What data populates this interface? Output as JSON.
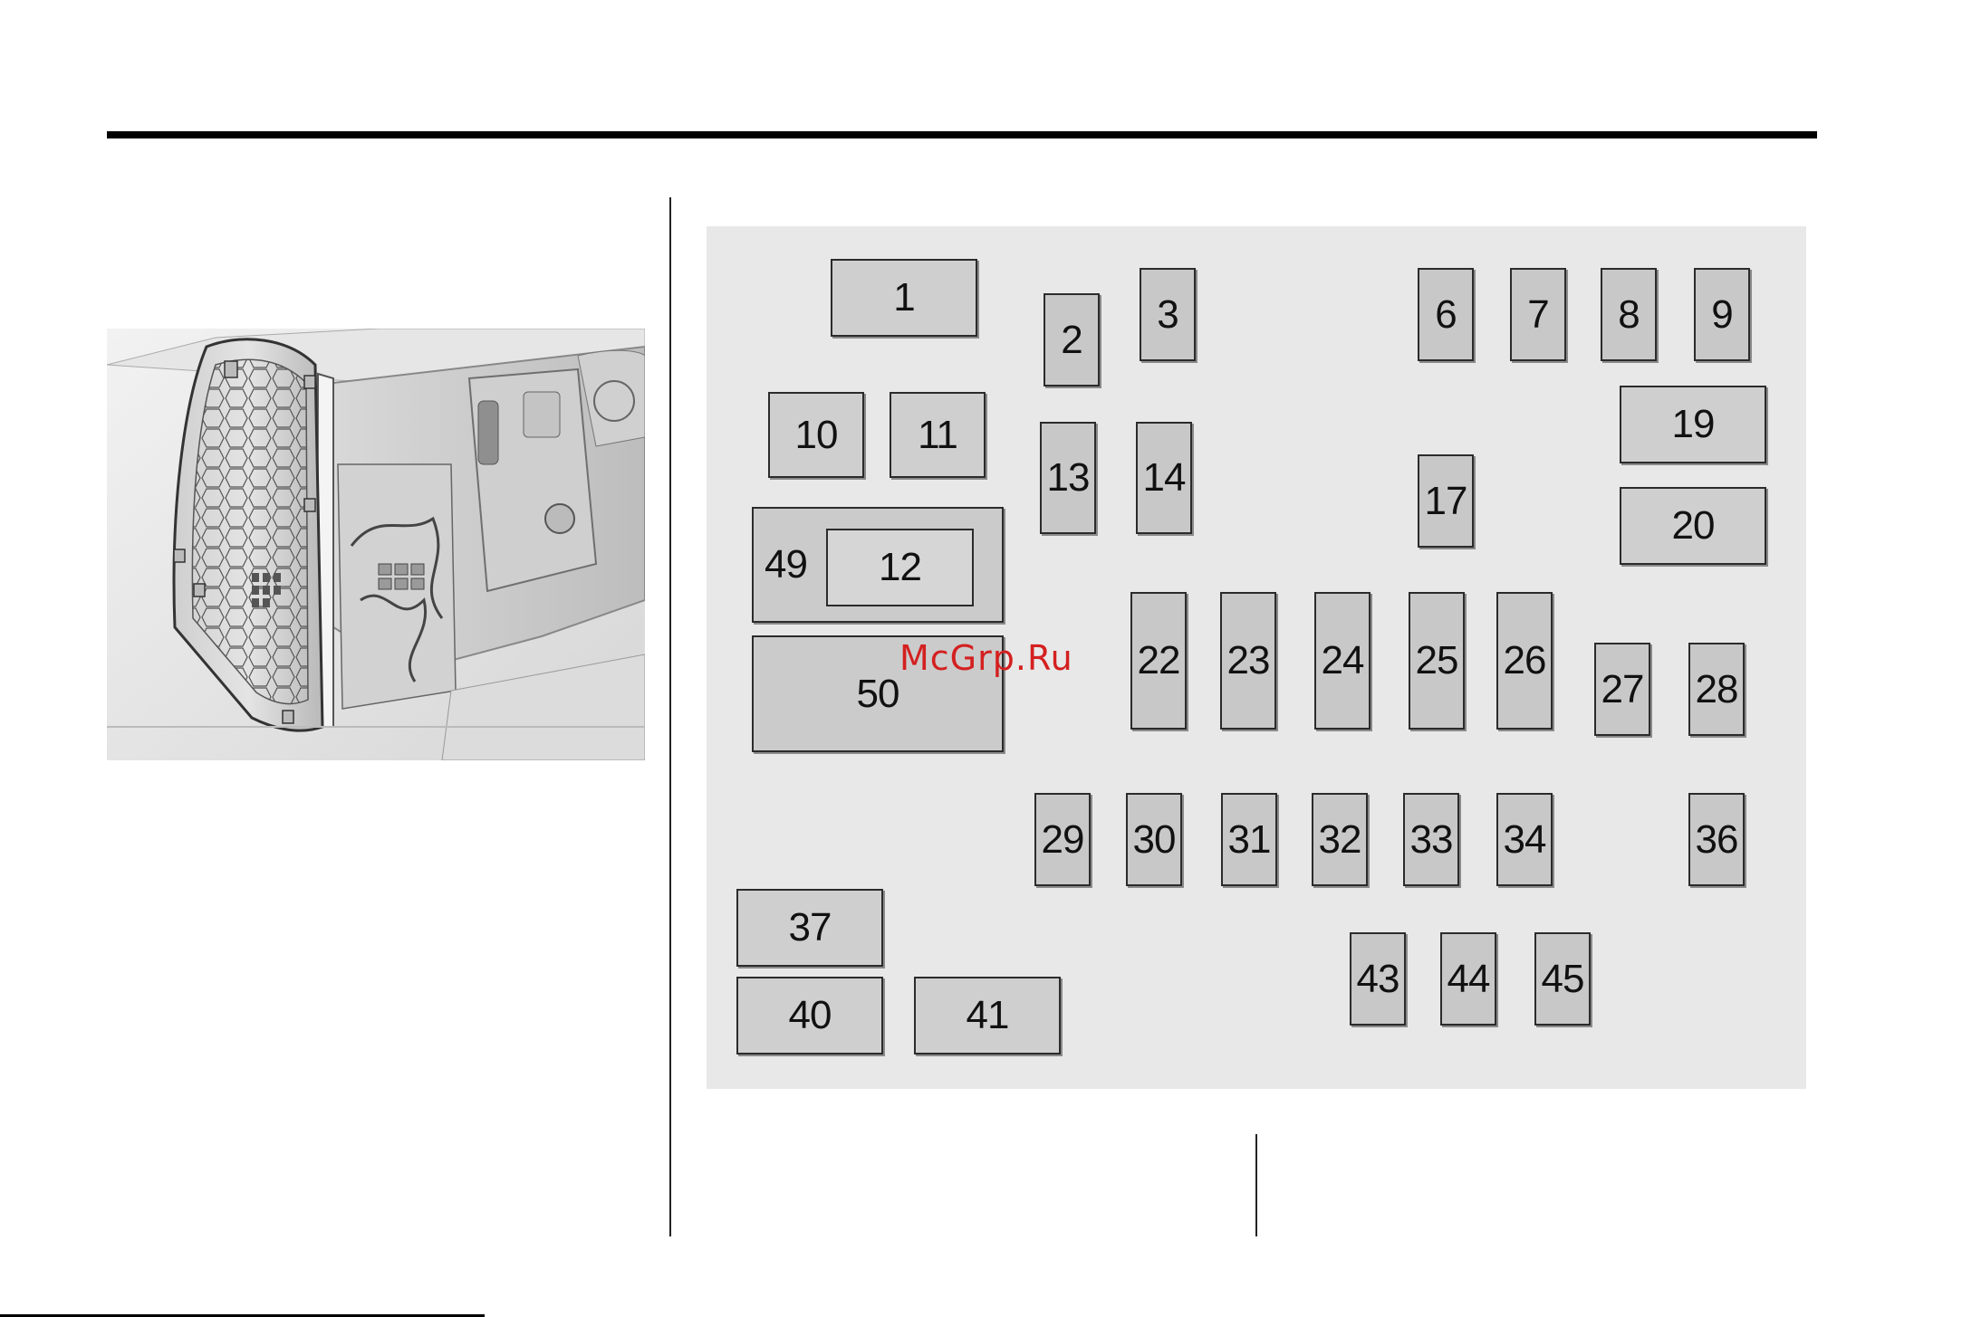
{
  "watermark": "McGrp.Ru",
  "fuse_panel": {
    "fuses": [
      {
        "id": "1",
        "label": "1"
      },
      {
        "id": "2",
        "label": "2"
      },
      {
        "id": "3",
        "label": "3"
      },
      {
        "id": "6",
        "label": "6"
      },
      {
        "id": "7",
        "label": "7"
      },
      {
        "id": "8",
        "label": "8"
      },
      {
        "id": "9",
        "label": "9"
      },
      {
        "id": "10",
        "label": "10"
      },
      {
        "id": "11",
        "label": "11"
      },
      {
        "id": "13",
        "label": "13"
      },
      {
        "id": "14",
        "label": "14"
      },
      {
        "id": "17",
        "label": "17"
      },
      {
        "id": "19",
        "label": "19"
      },
      {
        "id": "20",
        "label": "20"
      },
      {
        "id": "49",
        "label": "49"
      },
      {
        "id": "12",
        "label": "12"
      },
      {
        "id": "50",
        "label": "50"
      },
      {
        "id": "22",
        "label": "22"
      },
      {
        "id": "23",
        "label": "23"
      },
      {
        "id": "24",
        "label": "24"
      },
      {
        "id": "25",
        "label": "25"
      },
      {
        "id": "26",
        "label": "26"
      },
      {
        "id": "27",
        "label": "27"
      },
      {
        "id": "28",
        "label": "28"
      },
      {
        "id": "29",
        "label": "29"
      },
      {
        "id": "30",
        "label": "30"
      },
      {
        "id": "31",
        "label": "31"
      },
      {
        "id": "32",
        "label": "32"
      },
      {
        "id": "33",
        "label": "33"
      },
      {
        "id": "34",
        "label": "34"
      },
      {
        "id": "36",
        "label": "36"
      },
      {
        "id": "37",
        "label": "37"
      },
      {
        "id": "40",
        "label": "40"
      },
      {
        "id": "41",
        "label": "41"
      },
      {
        "id": "43",
        "label": "43"
      },
      {
        "id": "44",
        "label": "44"
      },
      {
        "id": "45",
        "label": "45"
      }
    ]
  }
}
